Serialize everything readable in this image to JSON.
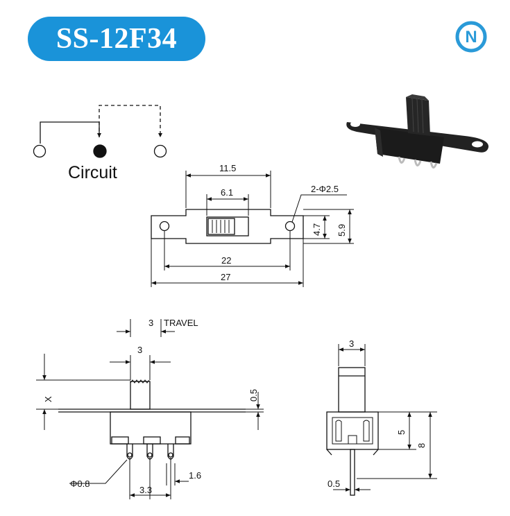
{
  "header": {
    "model": "SS-12F34",
    "logo_letter": "N"
  },
  "colors": {
    "title_bg": "#1a93d9",
    "title_text": "#ffffff",
    "line": "#111111",
    "logo_blue": "#2a9ad8",
    "photo_body": "#1c1c1c"
  },
  "circuit": {
    "label": "Circuit"
  },
  "top_view": {
    "dim_11_5": "11.5",
    "dim_6_1": "6.1",
    "dim_holes": "2-Φ2.5",
    "dim_4_7": "4.7",
    "dim_5_9": "5.9",
    "dim_22": "22",
    "dim_27": "27"
  },
  "side_view": {
    "travel_value": "3",
    "travel_label": "TRAVEL",
    "actuator_width": "3",
    "x_label": "X",
    "plate_thickness": "0.5",
    "pin_diameter": "Φ0.8",
    "pin_pitch": "3.3",
    "pin_width": "1.6"
  },
  "end_view": {
    "actuator_width": "3",
    "height_5": "5",
    "height_8": "8",
    "pin_thickness": "0.5"
  }
}
